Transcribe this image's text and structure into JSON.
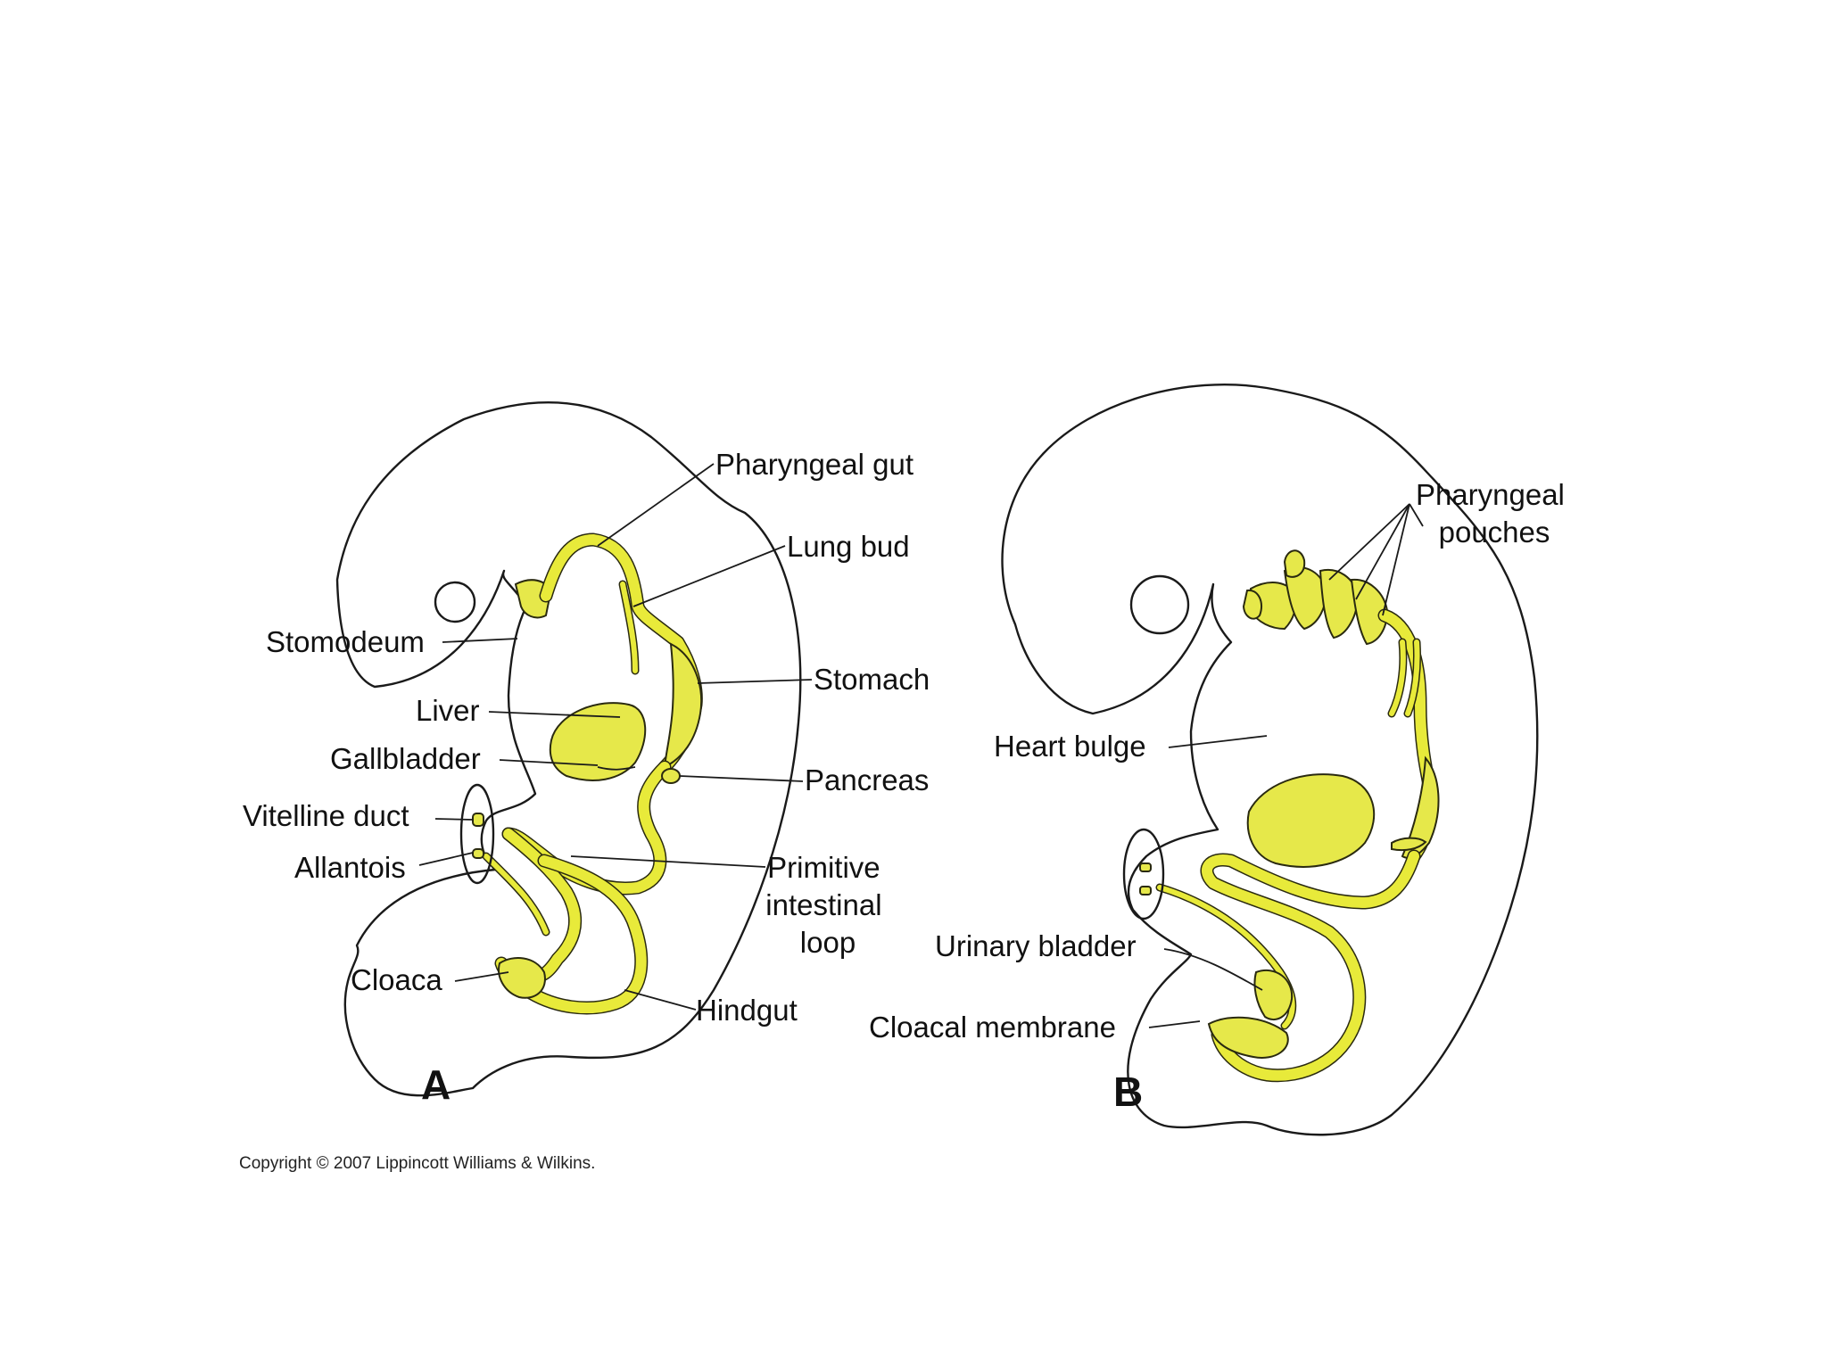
{
  "panels": {
    "a": {
      "letter": "A",
      "labels": {
        "pharyngeal_gut": "Pharyngeal gut",
        "lung_bud": "Lung bud",
        "stomodeum": "Stomodeum",
        "stomach": "Stomach",
        "liver": "Liver",
        "gallbladder": "Gallbladder",
        "pancreas": "Pancreas",
        "vitelline_duct": "Vitelline duct",
        "allantois": "Allantois",
        "primitive_intestinal_loop": [
          "Primitive",
          "intestinal",
          "loop"
        ],
        "cloaca": "Cloaca",
        "hindgut": "Hindgut"
      }
    },
    "b": {
      "letter": "B",
      "labels": {
        "pharyngeal_pouches": [
          "Pharyngeal",
          "pouches"
        ],
        "heart_bulge": "Heart bulge",
        "urinary_bladder": "Urinary bladder",
        "cloacal_membrane": "Cloacal membrane"
      }
    }
  },
  "copyright": "Copyright © 2007 Lippincott Williams & Wilkins.",
  "colors": {
    "gut_fill": "#e8ea3a",
    "organ_fill": "#e6e84a",
    "outline": "#1a1a1a"
  }
}
